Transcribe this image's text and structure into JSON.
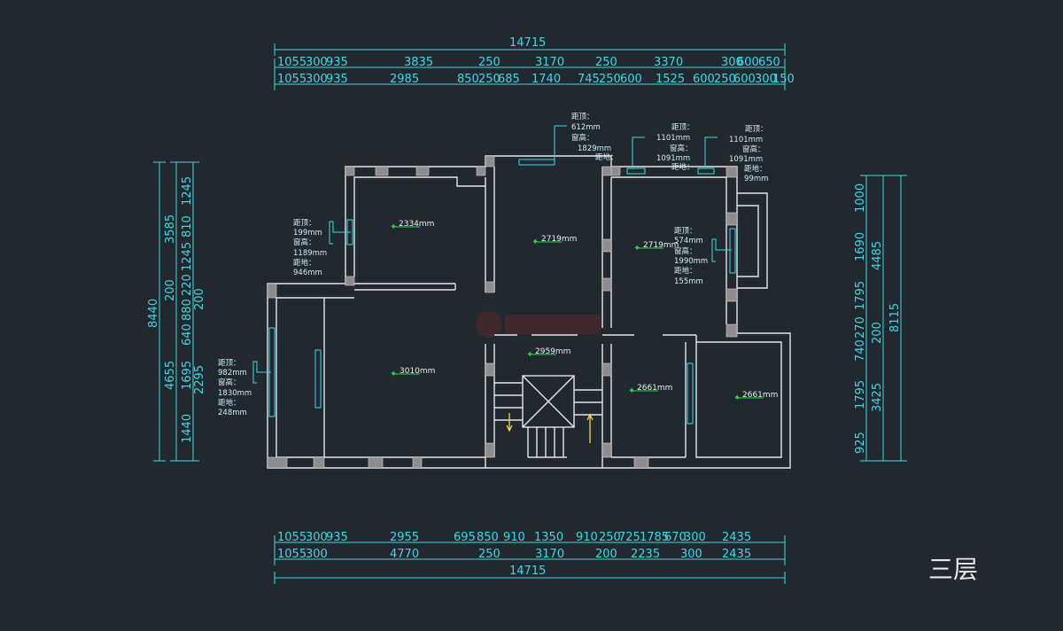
{
  "floor_label": "三层",
  "dims": {
    "top_total": "14715",
    "top_row1": [
      "1055",
      "300",
      "935",
      "3835",
      "250",
      "3170",
      "250",
      "3370",
      "300",
      "600",
      "650"
    ],
    "top_row2": [
      "1055",
      "300",
      "935",
      "2985",
      "850",
      "250",
      "685",
      "1740",
      "745",
      "250",
      "600",
      "1525",
      "600",
      "250",
      "600",
      "300",
      "150"
    ],
    "bottom_row1": [
      "1055",
      "300",
      "935",
      "2955",
      "695",
      "850",
      "910",
      "1350",
      "910",
      "250",
      "725",
      "1785",
      "670",
      "300",
      "2435"
    ],
    "bottom_row2": [
      "1055",
      "300",
      "4770",
      "250",
      "3170",
      "200",
      "2235",
      "300",
      "2435"
    ],
    "bottom_total": "14715",
    "left_total": "8440",
    "left_mid": [
      "3585",
      "200",
      "4655"
    ],
    "left_inner": [
      "1245",
      "810",
      "1245",
      "220",
      "880",
      "640",
      "1695",
      "1440"
    ],
    "left_inner_b": [
      "200",
      "2295"
    ],
    "right_outer": [
      "8115"
    ],
    "right_mid": [
      "4485",
      "200",
      "3425"
    ],
    "right_inner": [
      "1000",
      "1690",
      "1795",
      "270",
      "740",
      "1795",
      "925"
    ]
  },
  "annotations": [
    {
      "lines": [
        "距顶：",
        "612mm",
        "窗高：",
        "1829mm",
        "距地："
      ]
    },
    {
      "lines": [
        "距顶：",
        "1101mm",
        "窗高：",
        "1091mm",
        "距地："
      ]
    },
    {
      "lines": [
        "距顶：",
        "1101mm",
        "窗高：",
        "1091mm",
        "距地：",
        "99mm"
      ]
    },
    {
      "lines": [
        "距顶：",
        "199mm",
        "窗高：",
        "1189mm",
        "距地：",
        "946mm"
      ]
    },
    {
      "lines": [
        "距顶：",
        "574mm",
        "窗高：",
        "1990mm",
        "距地：",
        "155mm"
      ]
    },
    {
      "lines": [
        "距顶：",
        "982mm",
        "窗高：",
        "1830mm",
        "距地：",
        "248mm"
      ]
    }
  ],
  "heights": [
    "2334mm",
    "2719mm",
    "2719mm",
    "3010mm",
    "2959mm",
    "2661mm",
    "2661mm"
  ]
}
